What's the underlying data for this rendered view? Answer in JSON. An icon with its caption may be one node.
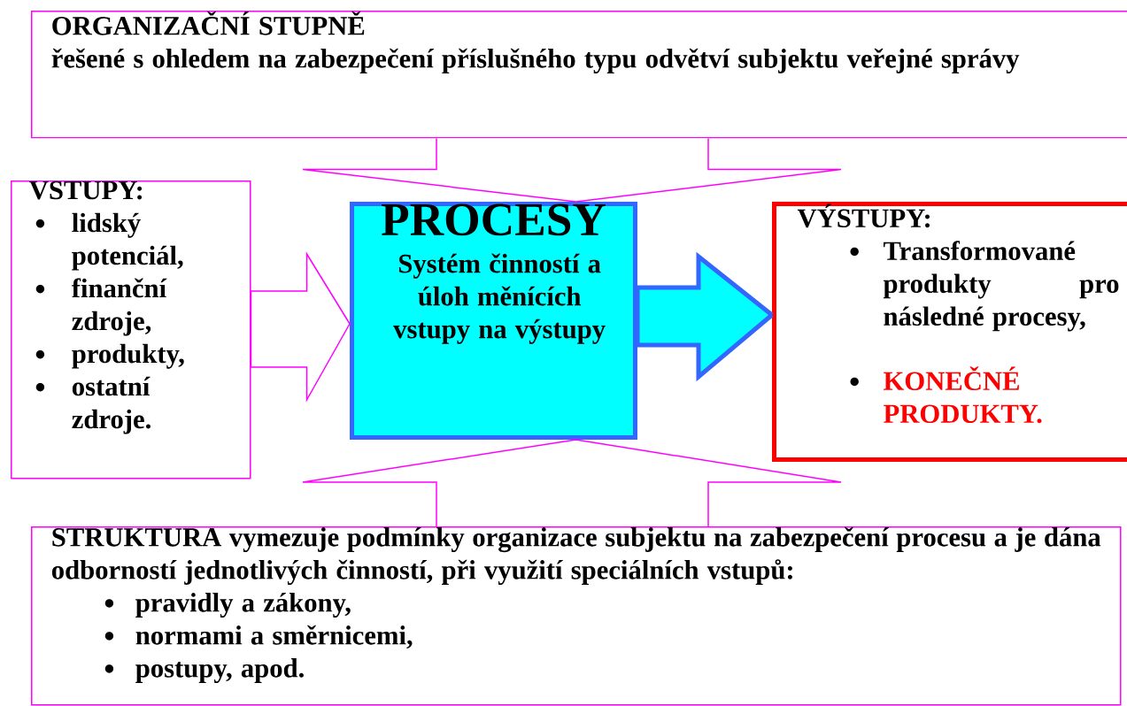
{
  "diagram": {
    "nodes": [
      {
        "text": [
          "ORGANIZAČNÍ STUPNĚ",
          "řešené s ohledem na zabezpečení příslušného typu odvětví subjektu veřejné správy"
        ]
      },
      {
        "text": [
          "VSTUPY:",
          "lidský potenciál,",
          "finanční zdroje,",
          "produkty,",
          "ostatní zdroje."
        ]
      },
      {
        "text": [
          "PROCESY",
          "Systém činností a úloh měnících vstupy na výstupy"
        ]
      },
      {
        "text": [
          "VÝSTUPY:",
          "Transformované produkty pro následné procesy,",
          "KONEČNÉ PRODUKTY."
        ]
      },
      {
        "text": [
          "STRUKTURA vymezuje podmínky organizace subjektu na zabezpečení procesu a je dána odborností jednotlivých činností, při využití speciálních vstupů:",
          "pravidly a zákony,",
          "normami a směrnicemi,",
          "postupy, apod."
        ]
      }
    ],
    "edges": [
      {
        "from": 0,
        "to": 2,
        "arrow": "to"
      },
      {
        "from": 1,
        "to": 2,
        "arrow": "to"
      },
      {
        "from": 2,
        "to": 3,
        "arrow": "to",
        "color": "#3366ff"
      },
      {
        "from": 4,
        "to": 2,
        "arrow": "to"
      }
    ]
  }
}
